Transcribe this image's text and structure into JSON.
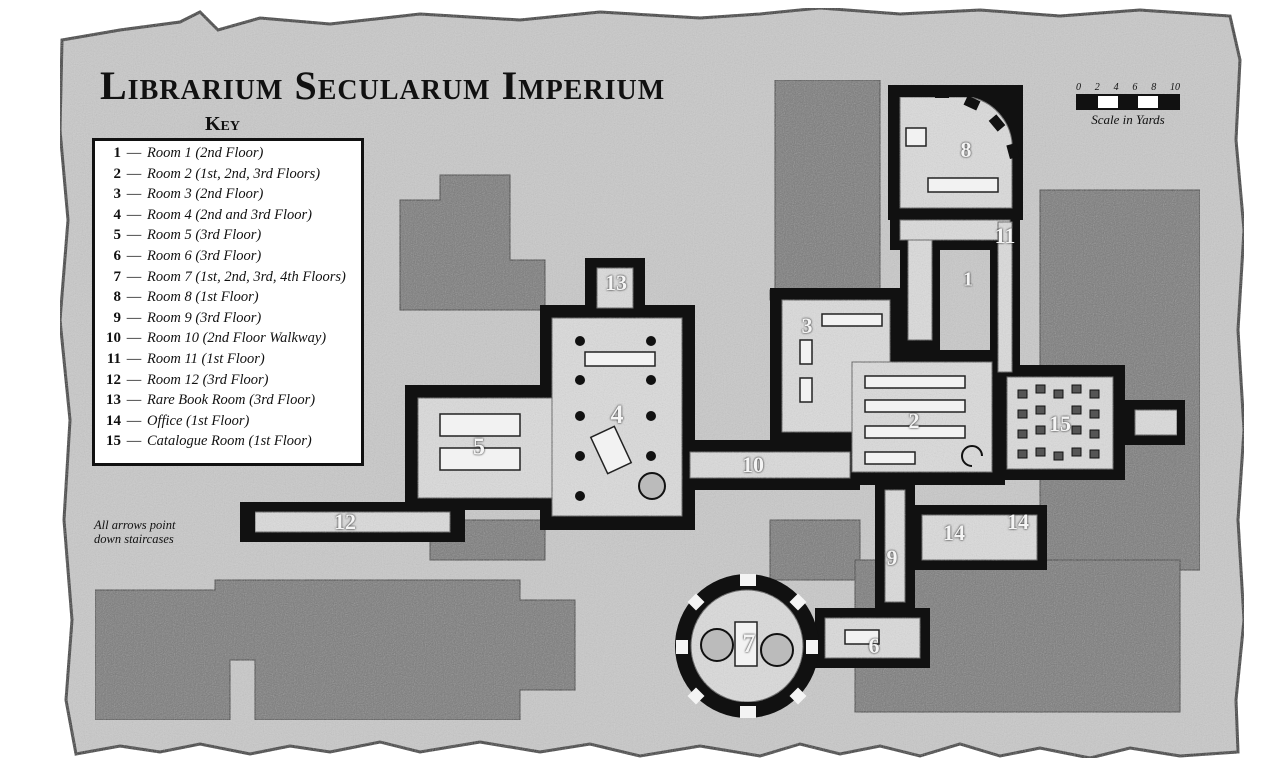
{
  "title": "Librarium Secularum Imperium",
  "key": {
    "heading": "Key",
    "entries": [
      {
        "num": "1",
        "label": "Room 1 (2nd Floor)"
      },
      {
        "num": "2",
        "label": "Room 2 (1st, 2nd, 3rd Floors)"
      },
      {
        "num": "3",
        "label": "Room 3 (2nd Floor)"
      },
      {
        "num": "4",
        "label": "Room 4 (2nd and 3rd Floor)"
      },
      {
        "num": "5",
        "label": "Room 5 (3rd Floor)"
      },
      {
        "num": "6",
        "label": "Room 6 (3rd Floor)"
      },
      {
        "num": "7",
        "label": "Room 7 (1st, 2nd, 3rd, 4th Floors)"
      },
      {
        "num": "8",
        "label": "Room 8 (1st Floor)"
      },
      {
        "num": "9",
        "label": "Room 9 (3rd Floor)"
      },
      {
        "num": "10",
        "label": "Room 10 (2nd Floor Walkway)"
      },
      {
        "num": "11",
        "label": "Room 11 (1st Floor)"
      },
      {
        "num": "12",
        "label": "Room 12 (3rd Floor)"
      },
      {
        "num": "13",
        "label": "Rare Book Room (3rd Floor)"
      },
      {
        "num": "14",
        "label": "Office (1st Floor)"
      },
      {
        "num": "15",
        "label": "Catalogue Room (1st Floor)"
      }
    ],
    "dash": "—"
  },
  "scale": {
    "ticks": [
      "0",
      "2",
      "4",
      "6",
      "8",
      "10"
    ],
    "caption": "Scale in Yards"
  },
  "note": {
    "line1": "All arrows point",
    "line2": "down staircases"
  },
  "room_labels": {
    "r1": "1",
    "r2": "2",
    "r3": "3",
    "r4": "4",
    "r5": "5",
    "r6": "6",
    "r7": "7",
    "r8": "8",
    "r9": "9",
    "r10": "10",
    "r11": "11",
    "r12": "12",
    "r13": "13",
    "r14a": "14",
    "r14b": "14",
    "r15": "15"
  },
  "colors": {
    "parchment": "#c9c9c9",
    "shadow_area": "#7a7a7a",
    "wall": "#111111",
    "floor": "#dcdcdc",
    "paper": "#ffffff"
  }
}
